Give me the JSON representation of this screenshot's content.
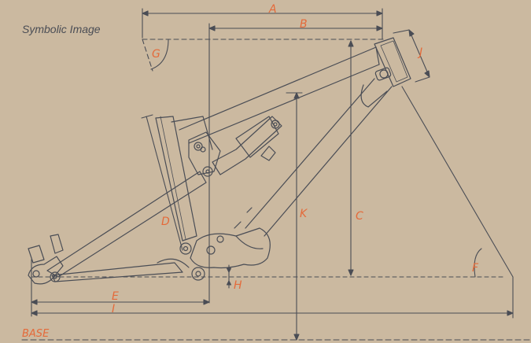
{
  "caption": "Symbolic Image",
  "base_label": "BASE",
  "labels": {
    "A": "A",
    "B": "B",
    "C": "C",
    "D": "D",
    "E": "E",
    "F": "F",
    "G": "G",
    "H": "H",
    "I": "I",
    "J": "J",
    "K": "K"
  },
  "colors": {
    "background": "#cbb9a0",
    "line": "#4a4d55",
    "accent": "#e46a3a"
  }
}
